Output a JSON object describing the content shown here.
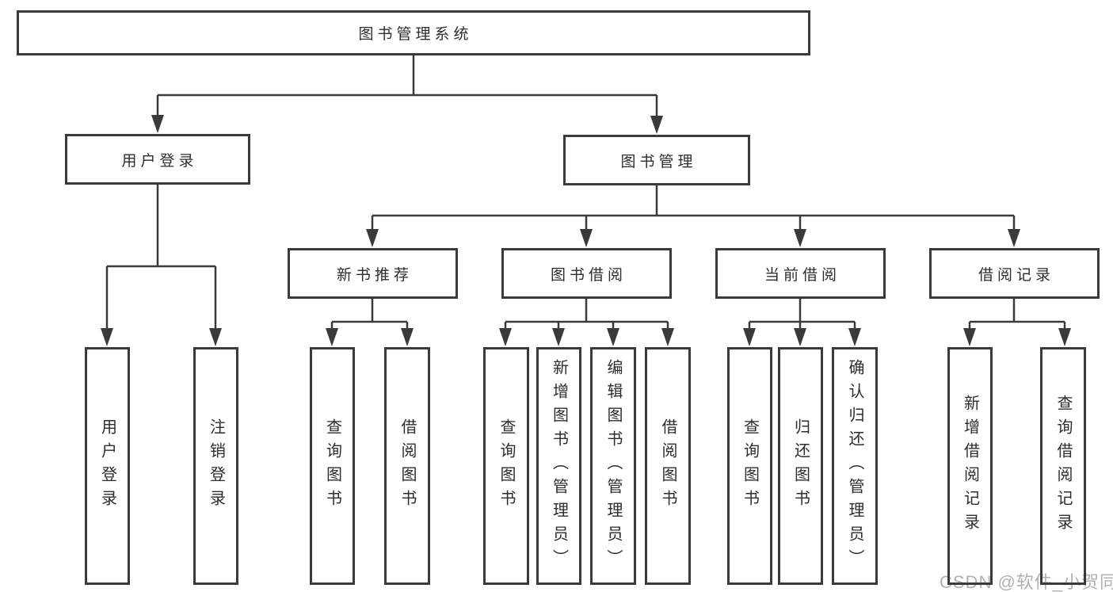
{
  "tree": {
    "root": "图书管理系统",
    "level2": [
      {
        "label": "用户登录",
        "leaves": [
          "用户登录",
          "注销登录"
        ]
      },
      {
        "label": "图书管理",
        "groups": [
          {
            "label": "新书推荐",
            "leaves": [
              "查询图书",
              "借阅图书"
            ]
          },
          {
            "label": "图书借阅",
            "leaves": [
              "查询图书",
              "新增图书（管理员）",
              "编辑图书（管理员）",
              "借阅图书"
            ]
          },
          {
            "label": "当前借阅",
            "leaves": [
              "查询图书",
              "归还图书",
              "确认归还（管理员）"
            ]
          },
          {
            "label": "借阅记录",
            "leaves": [
              "新增借阅记录",
              "查询借阅记录"
            ]
          }
        ]
      }
    ]
  },
  "watermark": "CSDN @软件_小贺同学",
  "colors": {
    "line": "#3a3a3a",
    "box_border": "#3a3a3a",
    "text": "#2d2d2d",
    "watermark_text": "#b1b1b1",
    "background": "#ffffff"
  }
}
